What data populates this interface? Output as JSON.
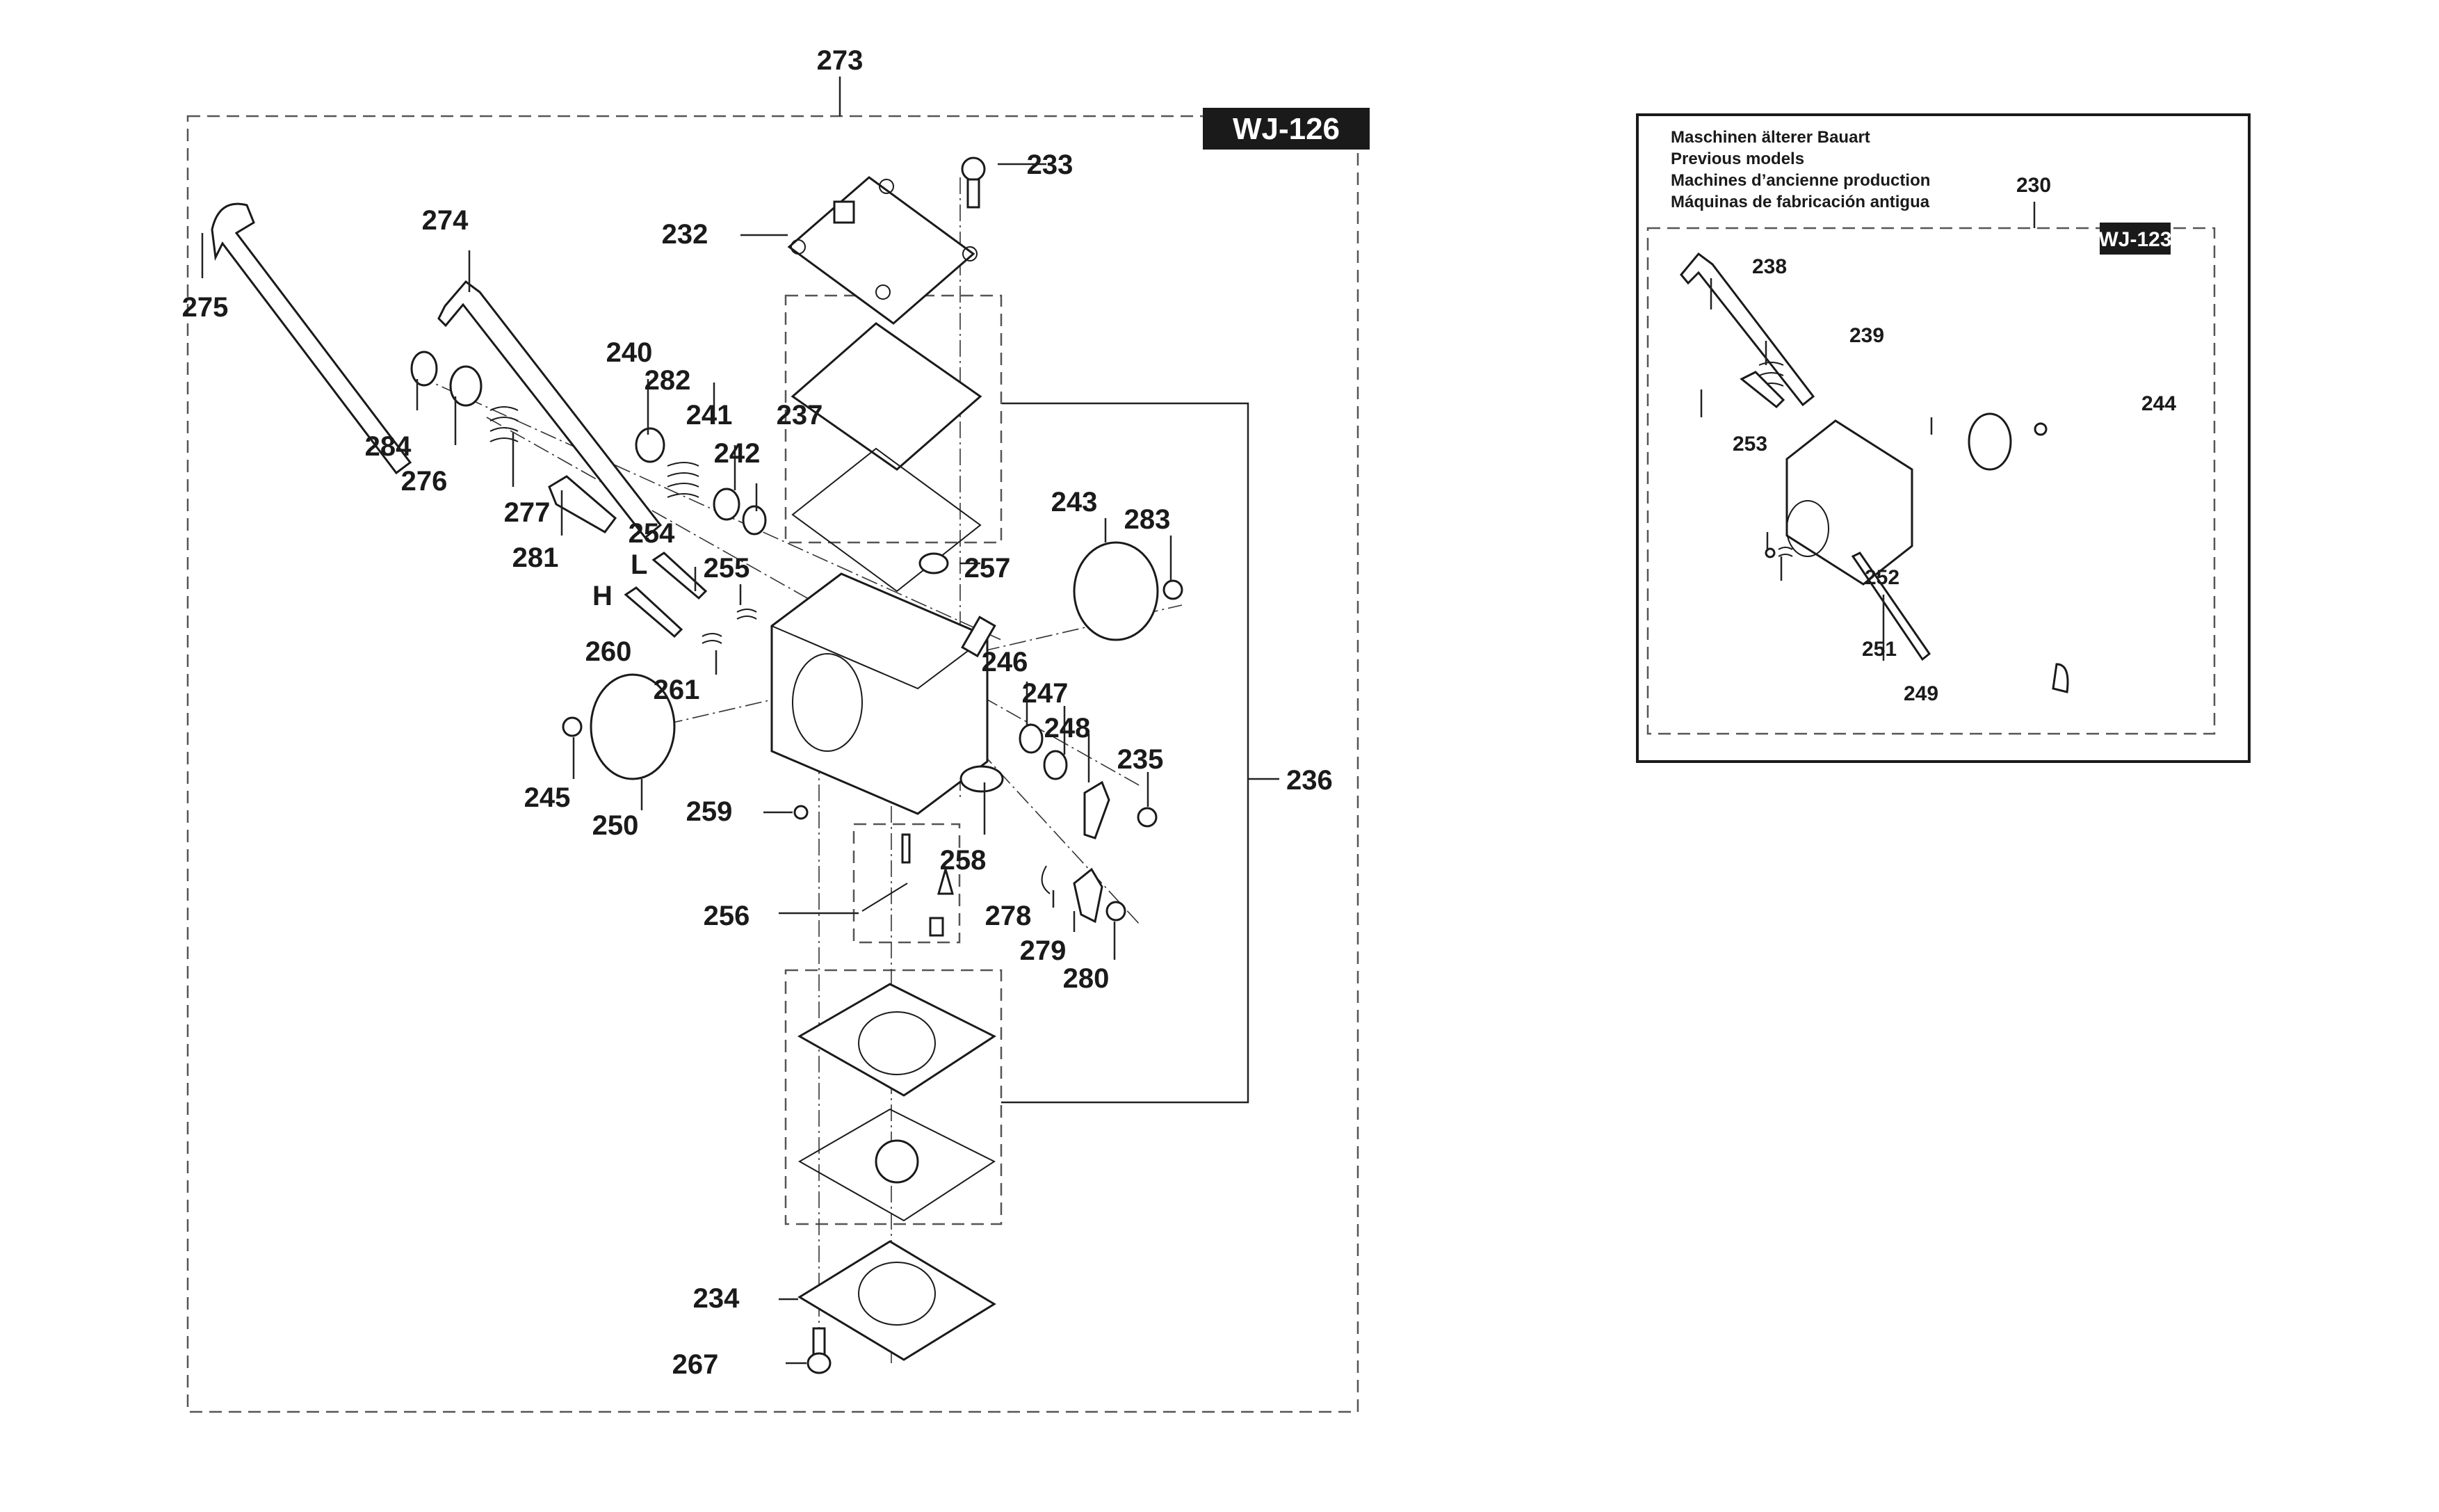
{
  "main_diagram": {
    "assembly_label": "273",
    "model_tag": "WJ-126",
    "kit_label": "236",
    "adjust_marks": {
      "low": "L",
      "high": "H"
    },
    "parts": [
      "232",
      "233",
      "234",
      "235",
      "237",
      "240",
      "241",
      "242",
      "243",
      "245",
      "246",
      "247",
      "248",
      "250",
      "254",
      "255",
      "256",
      "257",
      "258",
      "259",
      "260",
      "261",
      "267",
      "274",
      "275",
      "276",
      "277",
      "278",
      "279",
      "280",
      "281",
      "282",
      "283",
      "284"
    ]
  },
  "inset": {
    "legend_lines": [
      "Maschinen älterer Bauart",
      "Previous models",
      "Machines d’ancienne production",
      "Máquinas de fabricación antigua"
    ],
    "assembly_label": "230",
    "model_tag": "WJ-123",
    "parts": [
      "238",
      "239",
      "244",
      "249",
      "251",
      "252",
      "253"
    ]
  }
}
